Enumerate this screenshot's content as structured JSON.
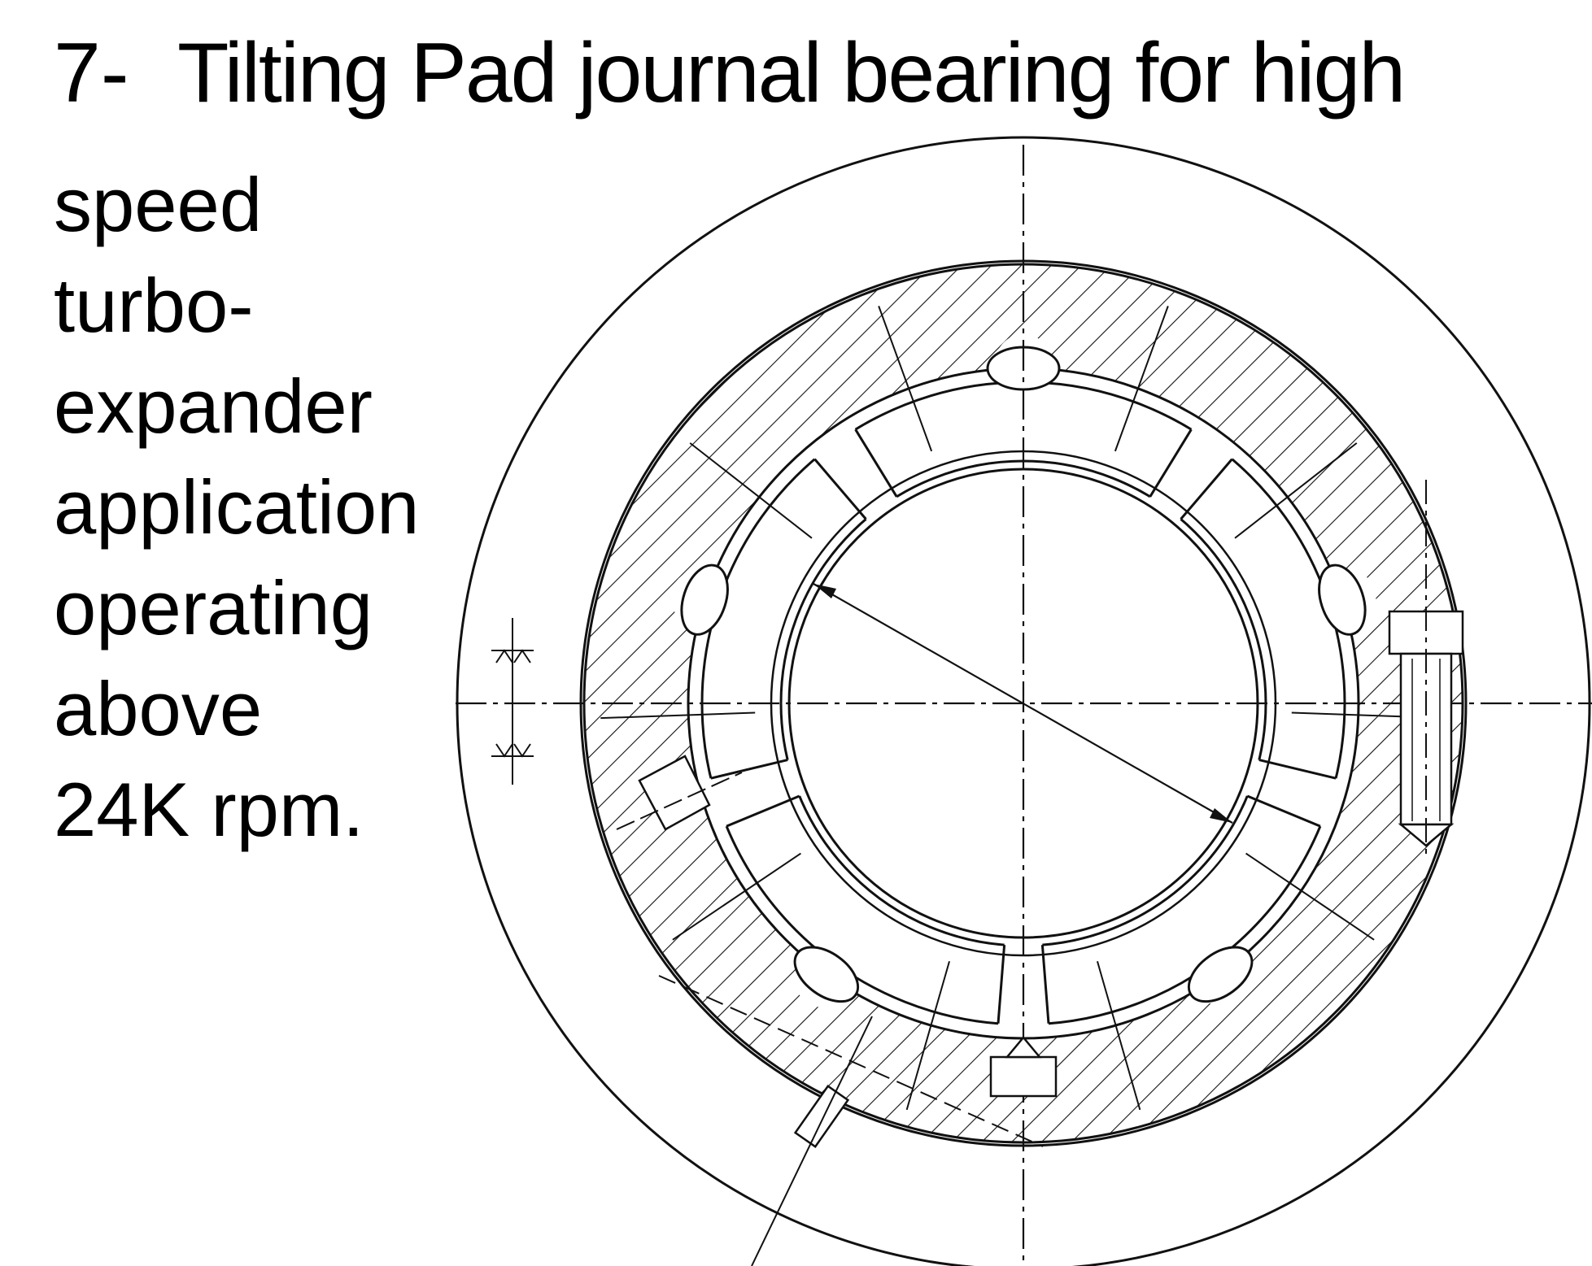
{
  "slide": {
    "number": "7-",
    "title": "Tilting Pad journal bearing for high",
    "description_lines": [
      "speed",
      "turbo-",
      "expander",
      "application",
      "operating",
      "above",
      "24K rpm."
    ]
  },
  "drawing": {
    "subject": "tilting-pad journal bearing cross-section",
    "pad_count": 5,
    "line_color": "#111111",
    "background": "#ffffff"
  }
}
